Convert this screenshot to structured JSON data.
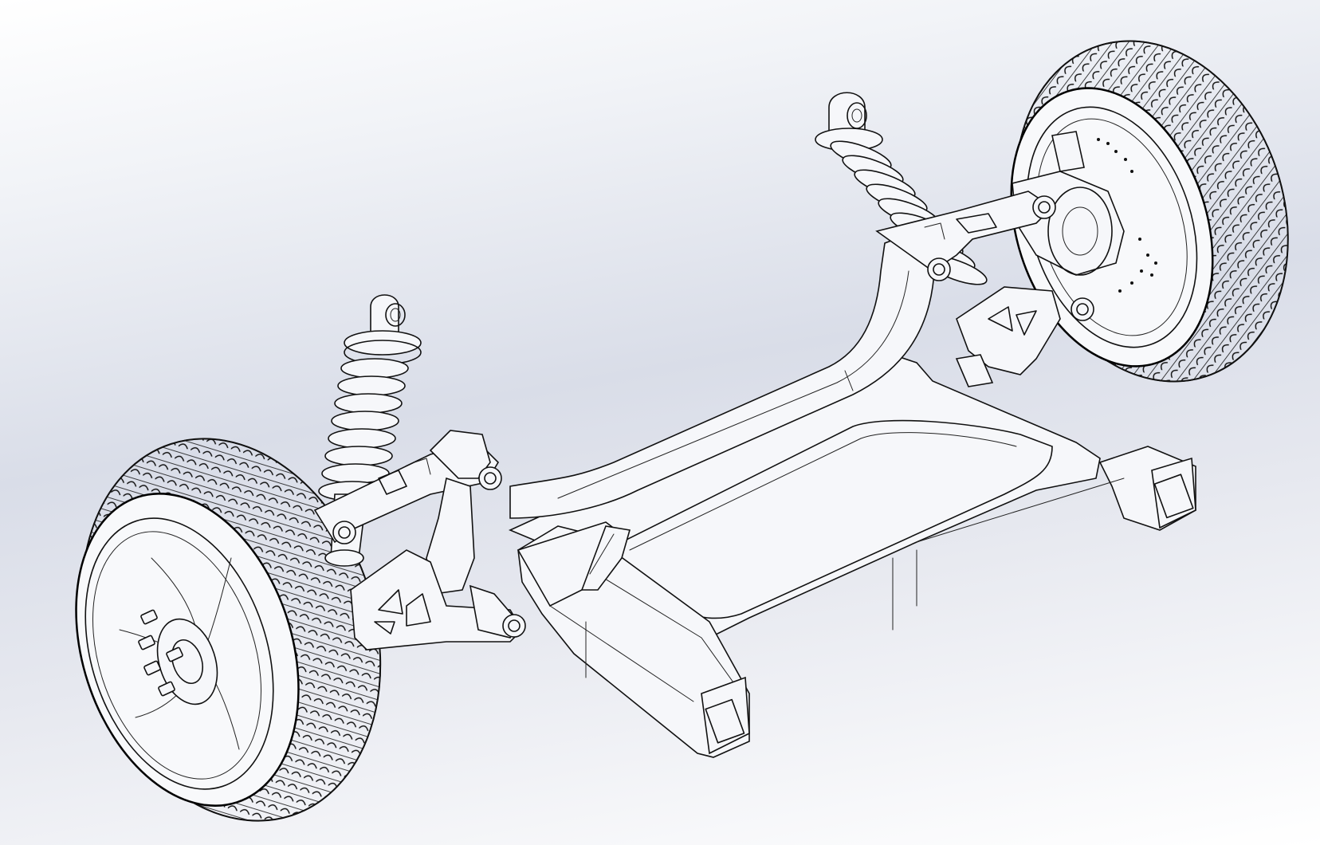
{
  "scene": {
    "kind": "cad-line-render",
    "subject_parts": [
      "front-left-wheel",
      "rear-right-wheel",
      "left-coilover-shock",
      "right-coilover-shock",
      "left-upper-control-arm",
      "left-lower-control-arm",
      "right-upper-control-arm",
      "right-lower-control-arm",
      "subframe",
      "crossmember"
    ],
    "background_colors": [
      "#ffffff",
      "#d9dde8"
    ],
    "line_color": "#111111"
  }
}
